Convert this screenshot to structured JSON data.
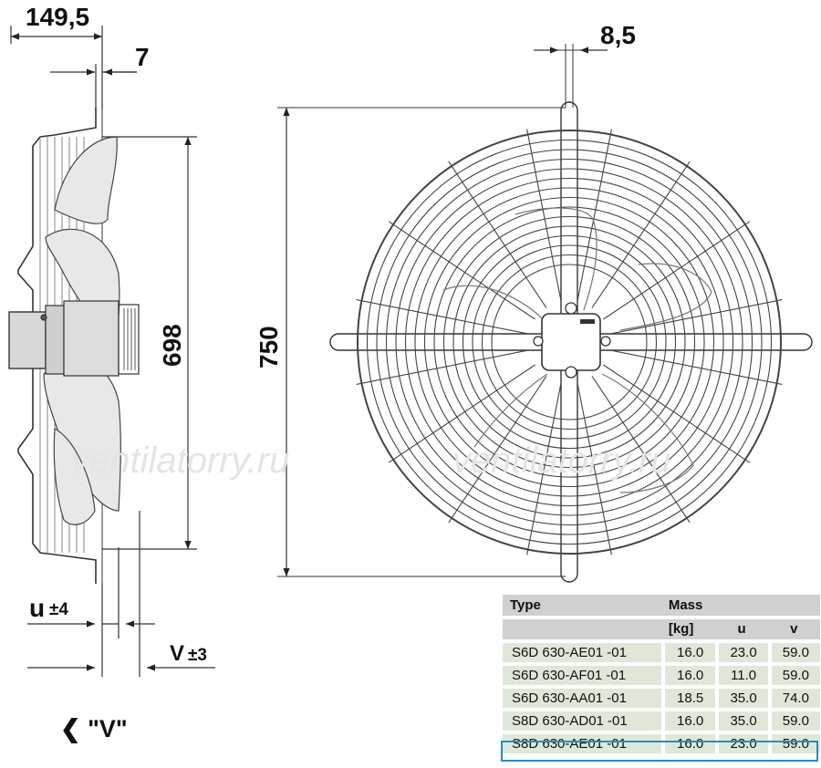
{
  "dimensions": {
    "d149_5": "149,5",
    "d7": "7",
    "d8_5": "8,5",
    "d698": "698",
    "d750": "750",
    "u_label": "u",
    "u_tol": "±4",
    "v_label": "V",
    "v_tol": "±3"
  },
  "view_label": "❮ \"V\"",
  "watermark": "ventilatorry.ru",
  "table": {
    "headers": {
      "type": "Type",
      "mass_line1": "Mass",
      "mass_line2": "[kg]",
      "u": "u",
      "v": "v"
    },
    "rows": [
      {
        "type": "S6D 630-AE01  -01",
        "mass": "16.0",
        "u": "23.0",
        "v": "59.0"
      },
      {
        "type": "S6D 630-AF01  -01",
        "mass": "16.0",
        "u": "11.0",
        "v": "59.0"
      },
      {
        "type": "S6D 630-AA01  -01",
        "mass": "18.5",
        "u": "35.0",
        "v": "74.0"
      },
      {
        "type": "S8D 630-AD01  -01",
        "mass": "16.0",
        "u": "35.0",
        "v": "59.0"
      },
      {
        "type": "S8D 630-AE01  -01",
        "mass": "16.0",
        "u": "23.0",
        "v": "59.0"
      }
    ],
    "selected_row": 4
  },
  "colors": {
    "line": "#333333",
    "header_bg": "#d0d0d0",
    "row_bg": "#dfe8d8",
    "selection": "#1f8fd0"
  }
}
